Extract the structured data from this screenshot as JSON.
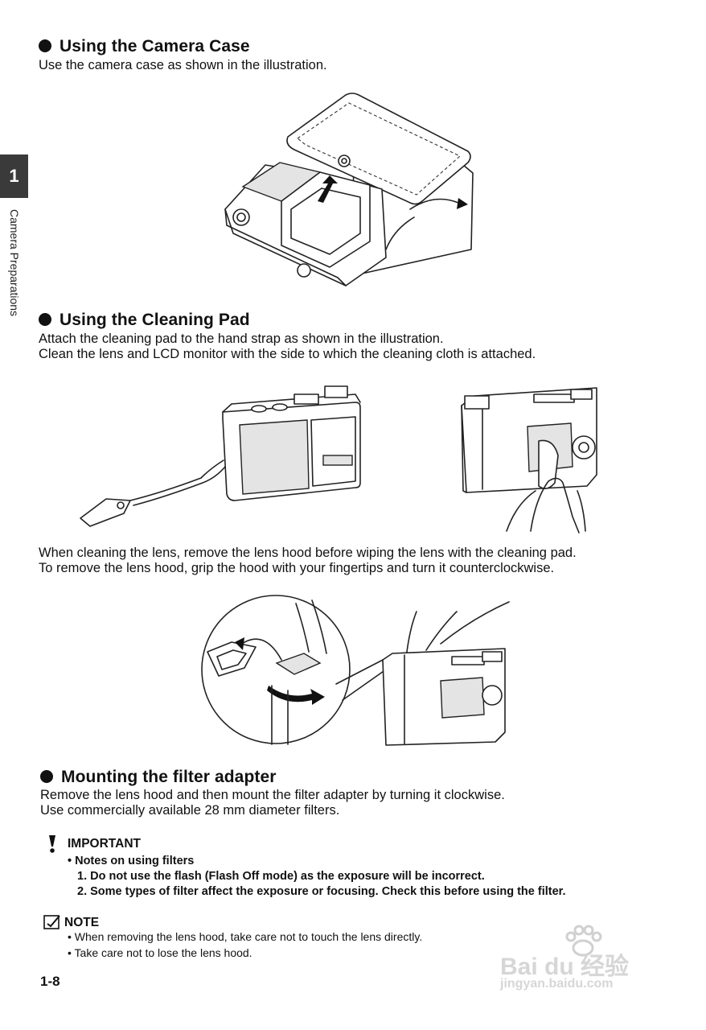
{
  "section_tab": {
    "number": "1",
    "label": "Camera Preparations"
  },
  "case": {
    "heading": "Using the Camera Case",
    "text": "Use the camera case as shown in the illustration."
  },
  "cleaning": {
    "heading": "Using the Cleaning Pad",
    "lines": [
      "Attach the cleaning pad to the hand strap as shown in the illustration.",
      "Clean the lens and LCD monitor with the side to which the cleaning cloth is attached."
    ],
    "hood_lines": [
      "When cleaning the lens, remove the lens hood before wiping the lens with the cleaning pad.",
      "To remove the lens hood, grip the hood with your fingertips and turn it counterclockwise."
    ]
  },
  "filter": {
    "heading": "Mounting the filter adapter",
    "lines": [
      "Remove the lens hood and then mount the filter adapter by turning it clockwise.",
      "Use commercially available 28 mm diameter filters."
    ]
  },
  "important": {
    "title": "IMPORTANT",
    "subtitle": "• Notes on using filters",
    "items": [
      "1. Do not use the flash (Flash Off mode) as the exposure will be incorrect.",
      "2. Some types of filter affect the exposure or focusing. Check this before using the filter."
    ]
  },
  "note": {
    "title": "NOTE",
    "items": [
      "• When removing the lens hood, take care not to touch the lens directly.",
      "• Take care not to lose the lens hood."
    ]
  },
  "page_number": "1-8",
  "watermark": {
    "brand": "Bai du 经验",
    "url": "jingyan.baidu.com"
  }
}
